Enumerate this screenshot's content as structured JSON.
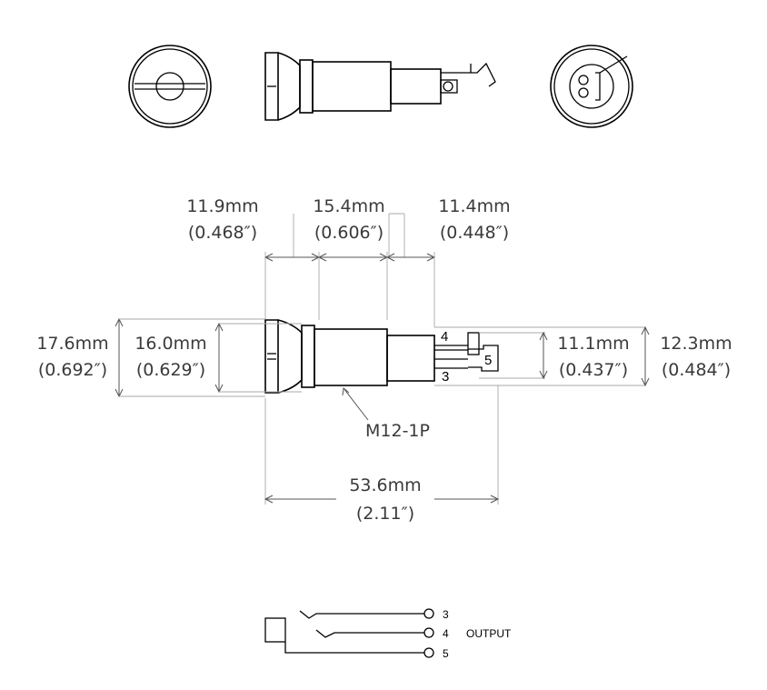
{
  "dimensions": {
    "seg1": {
      "mm": "11.9mm",
      "in": "(0.468″)"
    },
    "seg2": {
      "mm": "15.4mm",
      "in": "(0.606″)"
    },
    "seg3": {
      "mm": "11.4mm",
      "in": "(0.448″)"
    },
    "outer_height": {
      "mm": "17.6mm",
      "in": "(0.692″)"
    },
    "inner_height": {
      "mm": "16.0mm",
      "in": "(0.629″)"
    },
    "terminal_height": {
      "mm": "11.1mm",
      "in": "(0.437″)"
    },
    "overall_height": {
      "mm": "12.3mm",
      "in": "(0.484″)"
    },
    "total_length": {
      "mm": "53.6mm",
      "in": "(2.11″)"
    }
  },
  "thread_label": "M12-1P",
  "pins": {
    "pin4": "4",
    "pin5": "5",
    "pin3": "3"
  },
  "schematic": {
    "pin3": "3",
    "pin4": "4",
    "output_label": "OUTPUT",
    "pin5": "5"
  }
}
